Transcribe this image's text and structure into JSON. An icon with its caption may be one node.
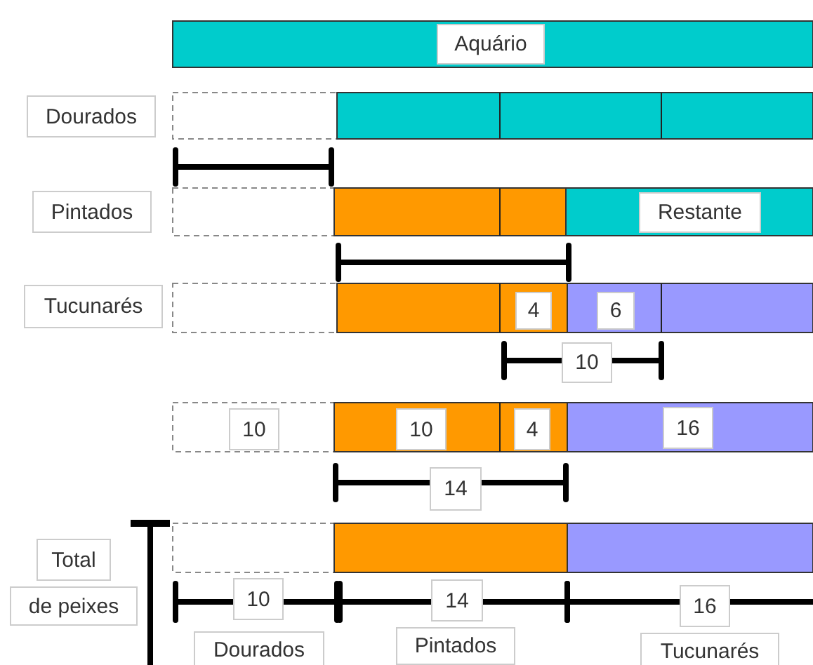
{
  "diagram": {
    "labels": [
      "Aquário",
      "Dourados",
      "Pintados",
      "Restante",
      "Tucunarés",
      "4",
      "6",
      "10",
      "10",
      "10",
      "4",
      "16",
      "14",
      "Total",
      "de peixes",
      "10",
      "14",
      "16",
      "Dourados",
      "Pintados",
      "Tucunarés"
    ]
  }
}
